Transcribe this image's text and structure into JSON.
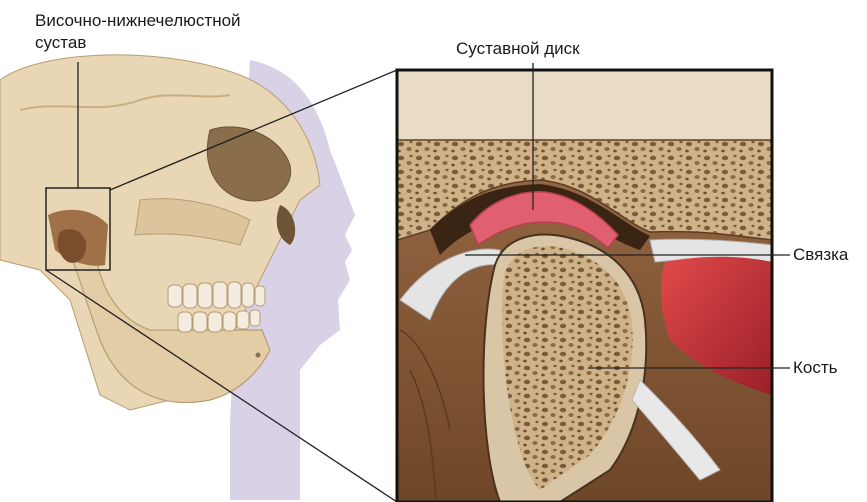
{
  "labels": {
    "joint_line1": "Височно-нижнечелюстной",
    "joint_line2": "сустав",
    "disc": "Суставной диск",
    "ligament": "Связка",
    "bone": "Кость"
  },
  "colors": {
    "skull": "#e8d6b4",
    "skull_shadow": "#c9ae84",
    "face_silhouette": "#d9d2e6",
    "spongy_bone": "#c8ab7d",
    "spongy_pores": "#7a5a3a",
    "disc": "#e06070",
    "muscle": "#c8303a",
    "ligament": "#d9d9d9",
    "dark_tissue": "#8a5a3a",
    "leader": "#222222"
  }
}
